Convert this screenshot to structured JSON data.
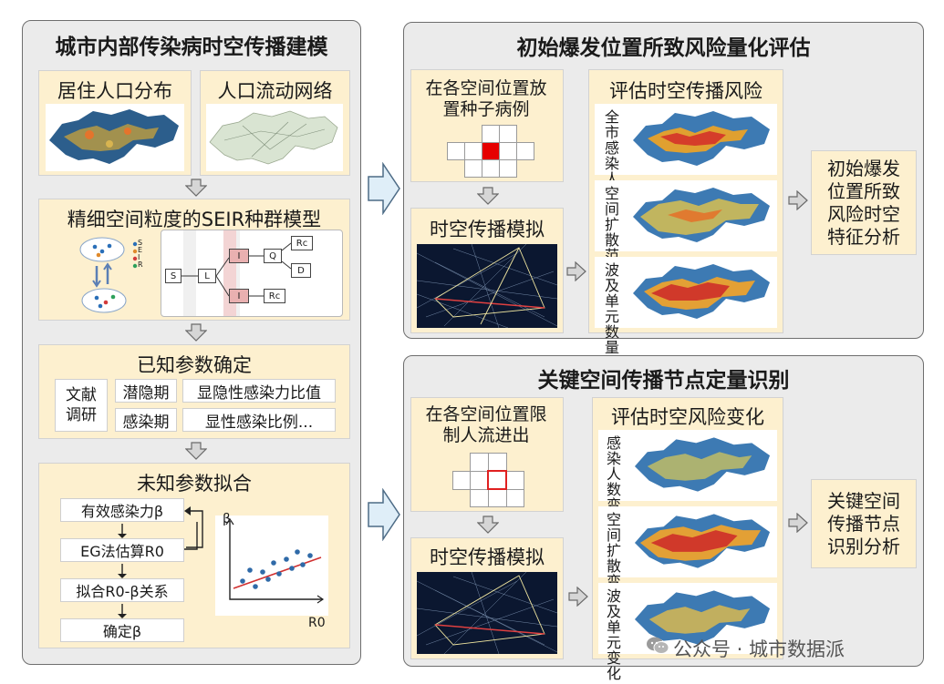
{
  "left_panel": {
    "title": "城市内部传染病时空传播建模",
    "residential": {
      "title": "居住人口分布"
    },
    "mobility": {
      "title": "人口流动网络"
    },
    "seir": {
      "title": "精细空间粒度的SEIR种群模型",
      "legend": [
        "S",
        "E",
        "I",
        "R"
      ],
      "nodes": [
        "S",
        "L",
        "I",
        "Q",
        "Rc",
        "D",
        "I",
        "Rc"
      ]
    },
    "known": {
      "title": "已知参数确定",
      "source": "文献调研",
      "row1": [
        "潜隐期",
        "显隐性感染力比值"
      ],
      "row2": [
        "感染期",
        "显性感染比例..."
      ]
    },
    "unknown": {
      "title": "未知参数拟合",
      "steps": [
        "有效感染力β",
        "EG法估算R0",
        "拟合R0-β关系",
        "确定β"
      ],
      "plot": {
        "ylabel": "β",
        "xlabel": "R0"
      }
    }
  },
  "top_right": {
    "title": "初始爆发位置所致风险量化评估",
    "seed": {
      "title": "在各空间位置放置种子病例"
    },
    "sim": {
      "title": "时空传播模拟"
    },
    "eval": {
      "title": "评估时空传播风险",
      "maps": [
        "全市感染人数",
        "空间扩散范围",
        "波及单元数量"
      ]
    },
    "result": "初始爆发位置所致风险时空特征分析"
  },
  "bottom_right": {
    "title": "关键空间传播节点定量识别",
    "restrict": {
      "title": "在各空间位置限制人流进出"
    },
    "sim": {
      "title": "时空传播模拟"
    },
    "eval": {
      "title": "评估时空风险变化",
      "maps": [
        "感染人数变化",
        "空间扩散变化",
        "波及单元变化"
      ]
    },
    "result": "关键空间传播节点识别分析"
  },
  "footer": {
    "wechat": "公众号 · 城市数据派"
  },
  "colors": {
    "panel_bg": "#ebebeb",
    "sub_bg": "#fdf0cf",
    "arrow_fill": "#dfeef8",
    "arrow_stroke": "#4d6b86",
    "seed_cell": "#e60000"
  }
}
